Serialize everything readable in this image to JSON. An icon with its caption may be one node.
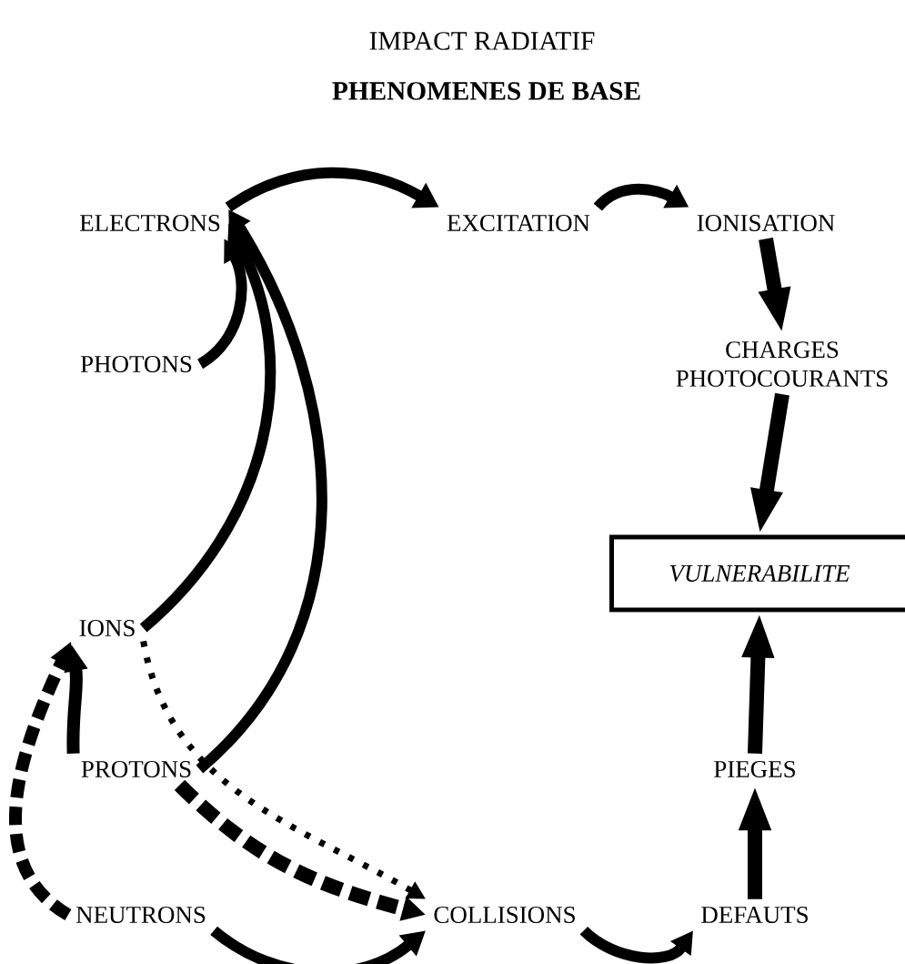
{
  "diagram": {
    "title": "IMPACT RADIATIF",
    "nodes": [
      {
        "text": [
          "ELECTRONS"
        ]
      },
      {
        "text": [
          "EXCITATION"
        ]
      },
      {
        "text": [
          "IONISATION"
        ]
      },
      {
        "text": [
          "PHOTONS"
        ]
      },
      {
        "text": [
          "CHARGES PHOTOCOURANTS"
        ]
      },
      {
        "text": [
          "VULNERABILITE"
        ]
      },
      {
        "text": [
          "IONS"
        ]
      },
      {
        "text": [
          "PROTONS"
        ]
      },
      {
        "text": [
          "PIEGES"
        ]
      },
      {
        "text": [
          "NEUTRONS"
        ]
      },
      {
        "text": [
          "COLLISIONS"
        ]
      },
      {
        "text": [
          "DEFAUTS"
        ]
      }
    ],
    "edges": [
      {
        "from": 0,
        "to": 1,
        "arrow": "to"
      },
      {
        "from": 1,
        "to": 2,
        "arrow": "to"
      },
      {
        "from": 2,
        "to": 4,
        "arrow": "to"
      },
      {
        "from": 4,
        "to": 5,
        "arrow": "to"
      },
      {
        "from": 3,
        "to": 0,
        "arrow": "to"
      },
      {
        "from": 6,
        "to": 0,
        "arrow": "to"
      },
      {
        "from": 7,
        "to": 0,
        "arrow": "to"
      },
      {
        "from": 7,
        "to": 6,
        "arrow": "to"
      },
      {
        "from": 9,
        "to": 6,
        "arrow": "to",
        "style": "dashed"
      },
      {
        "from": 7,
        "to": 10,
        "arrow": "to",
        "style": "dashed"
      },
      {
        "from": 6,
        "to": 10,
        "arrow": "to",
        "style": "dashed"
      },
      {
        "from": 9,
        "to": 10,
        "arrow": "to"
      },
      {
        "from": 10,
        "to": 11,
        "arrow": "to"
      },
      {
        "from": 11,
        "to": 8,
        "arrow": "to"
      },
      {
        "from": 8,
        "to": 5,
        "arrow": "to"
      }
    ],
    "labels": [
      "PHENOMENES DE BASE"
    ]
  }
}
